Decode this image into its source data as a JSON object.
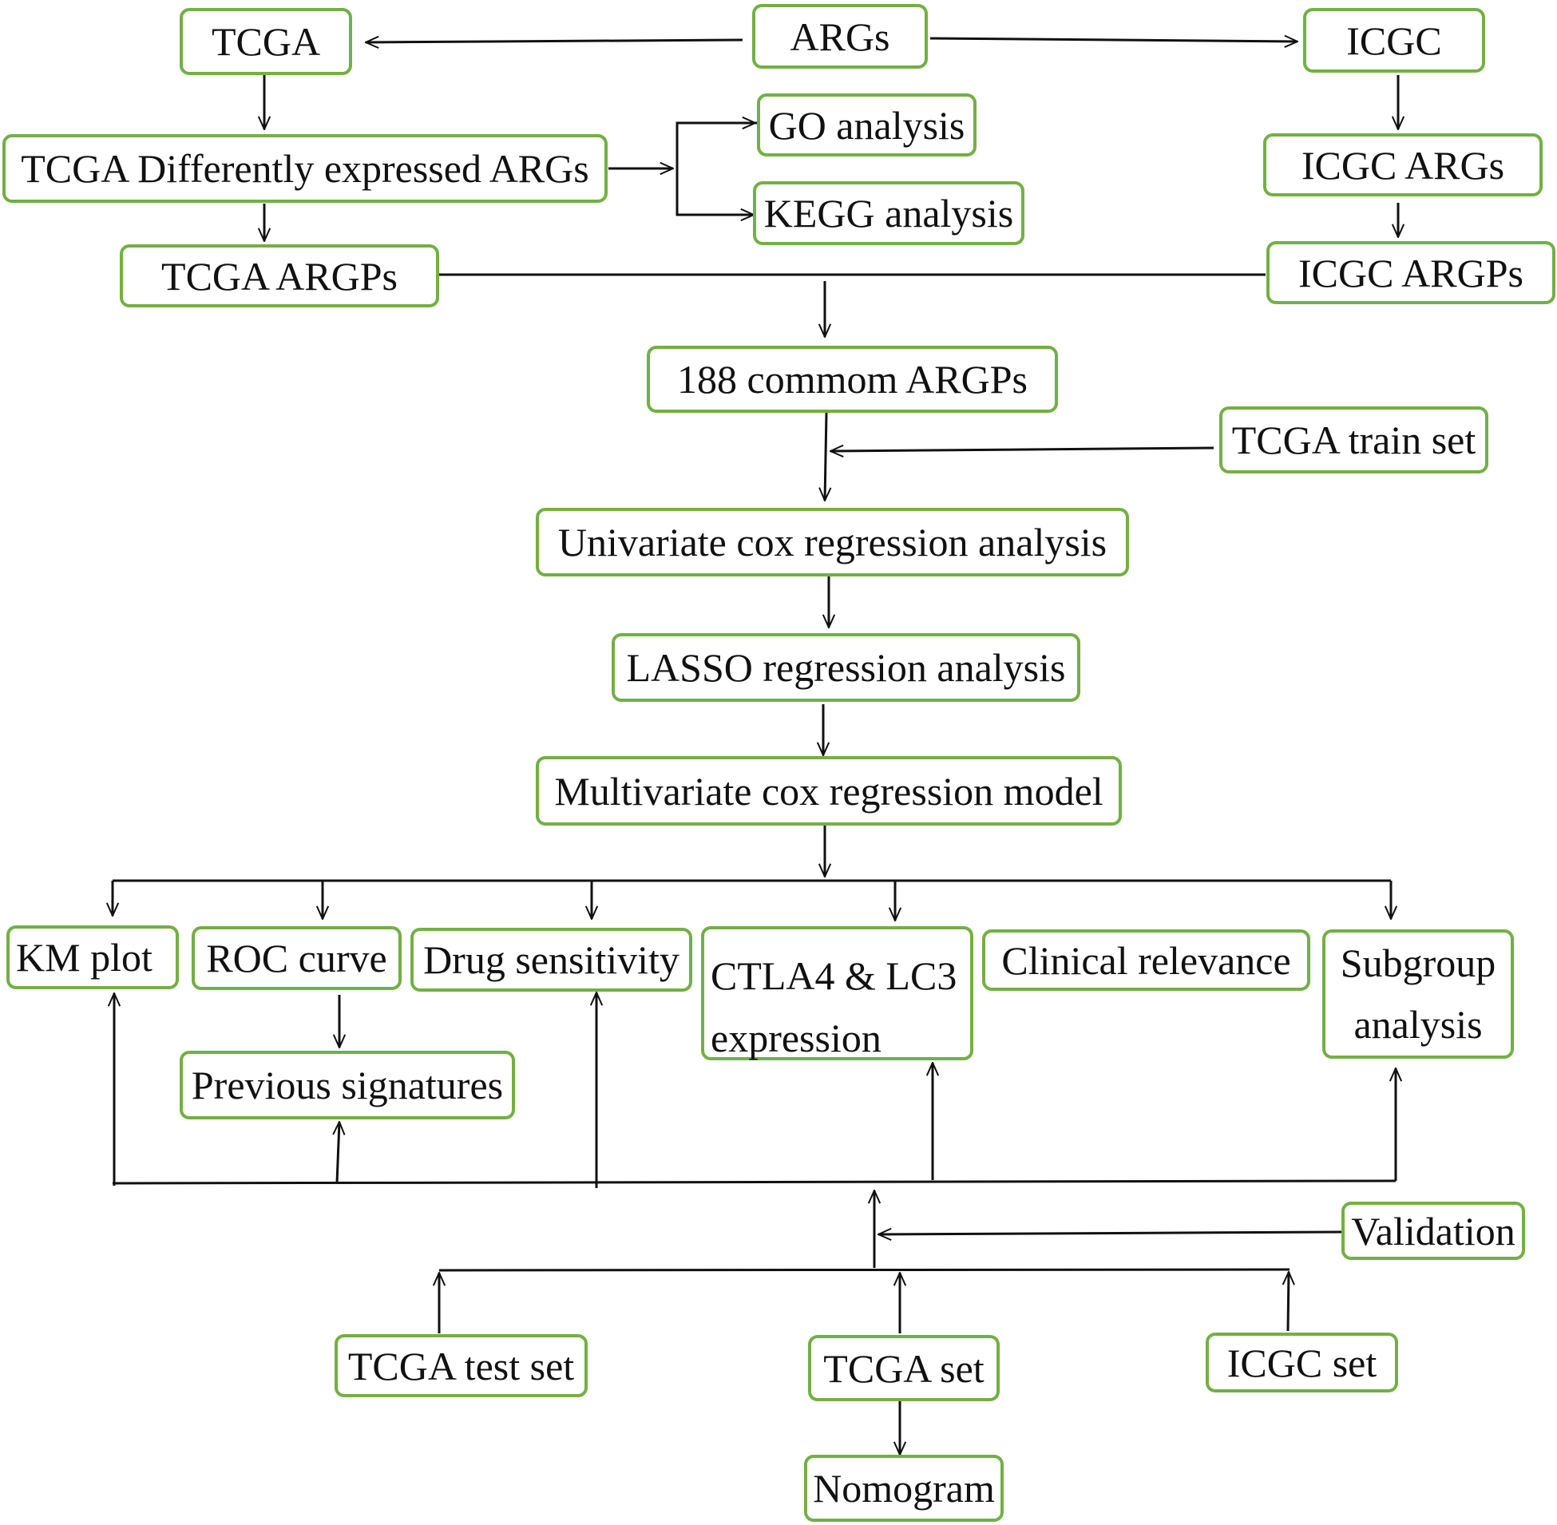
{
  "diagram": {
    "accent_color": "#72b043",
    "nodes": {
      "tcga": "TCGA",
      "args": "ARGs",
      "icgc": "ICGC",
      "tcga_deg": "TCGA Differently expressed ARGs",
      "go": "GO analysis",
      "kegg": "KEGG analysis",
      "icgc_args": "ICGC ARGs",
      "tcga_argps": "TCGA ARGPs",
      "icgc_argps": "ICGC ARGPs",
      "common": "188 commom ARGPs",
      "train": "TCGA train set",
      "univariate": "Univariate cox regression analysis",
      "lasso": "LASSO regression analysis",
      "multivariate": "Multivariate cox regression model",
      "km": "KM plot",
      "roc": "ROC curve",
      "drug": "Drug sensitivity",
      "ctla4_line1": "CTLA4 & LC3",
      "ctla4_line2": "expression",
      "clinical": "Clinical relevance",
      "subgroup_line1": "Subgroup",
      "subgroup_line2": "analysis",
      "previous": "Previous signatures",
      "validation": "Validation",
      "test": "TCGA test set",
      "tcga_set": "TCGA set",
      "icgc_set": "ICGC set",
      "nomogram": "Nomogram"
    }
  }
}
